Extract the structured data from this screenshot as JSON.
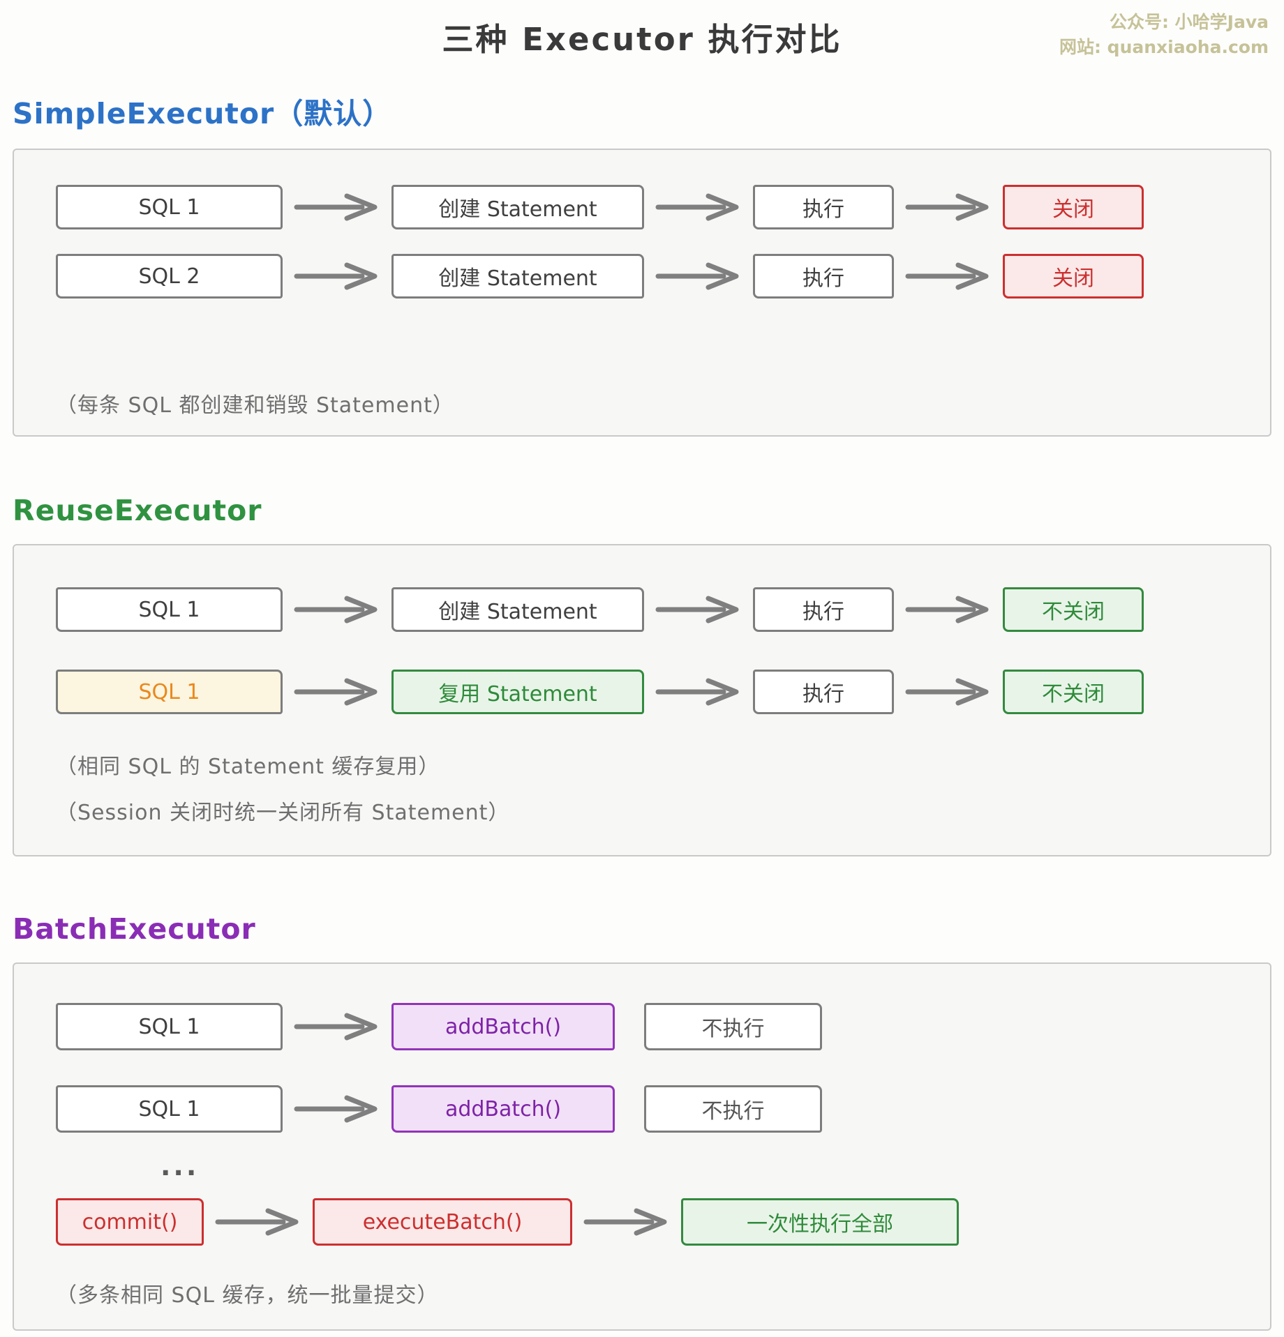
{
  "title": "三种 Executor 执行对比",
  "watermark": {
    "line1": "公众号: 小哈学Java",
    "line2": "网站: quanxiaoha.com"
  },
  "sections": {
    "simple": {
      "heading": "SimpleExecutor（默认）",
      "rows": [
        {
          "sql": "SQL 1",
          "create": "创建 Statement",
          "exec": "执行",
          "close": "关闭"
        },
        {
          "sql": "SQL 2",
          "create": "创建 Statement",
          "exec": "执行",
          "close": "关闭"
        }
      ],
      "note": "（每条 SQL 都创建和销毁 Statement）"
    },
    "reuse": {
      "heading": "ReuseExecutor",
      "rows": [
        {
          "sql": "SQL 1",
          "stmt": "创建 Statement",
          "exec": "执行",
          "close": "不关闭"
        },
        {
          "sql": "SQL 1",
          "stmt": "复用 Statement",
          "exec": "执行",
          "close": "不关闭"
        }
      ],
      "note1": "（相同 SQL 的 Statement 缓存复用）",
      "note2": "（Session 关闭时统一关闭所有 Statement）"
    },
    "batch": {
      "heading": "BatchExecutor",
      "rows": [
        {
          "sql": "SQL 1",
          "add": "addBatch()",
          "noexec": "不执行"
        },
        {
          "sql": "SQL 1",
          "add": "addBatch()",
          "noexec": "不执行"
        }
      ],
      "ellipsis": "...",
      "commit": "commit()",
      "execute_batch": "executeBatch()",
      "run_all": "一次性执行全部",
      "note": "（多条相同 SQL 缓存，统一批量提交）"
    }
  },
  "colors": {
    "heading_blue": "#2c72c7",
    "heading_green": "#2f9240",
    "heading_purple": "#8a2db5",
    "status_red": "#cc2f2f",
    "status_red_fill": "#fbe8e8",
    "status_green": "#2e8b3a",
    "status_green_fill": "#e9f4e9",
    "status_purple": "#7e22a8",
    "status_purple_fill": "#f1e0f7",
    "sql_orange": "#e9891d",
    "sql_cream_fill": "#fcf5e0",
    "watermark": "#c6c298"
  }
}
